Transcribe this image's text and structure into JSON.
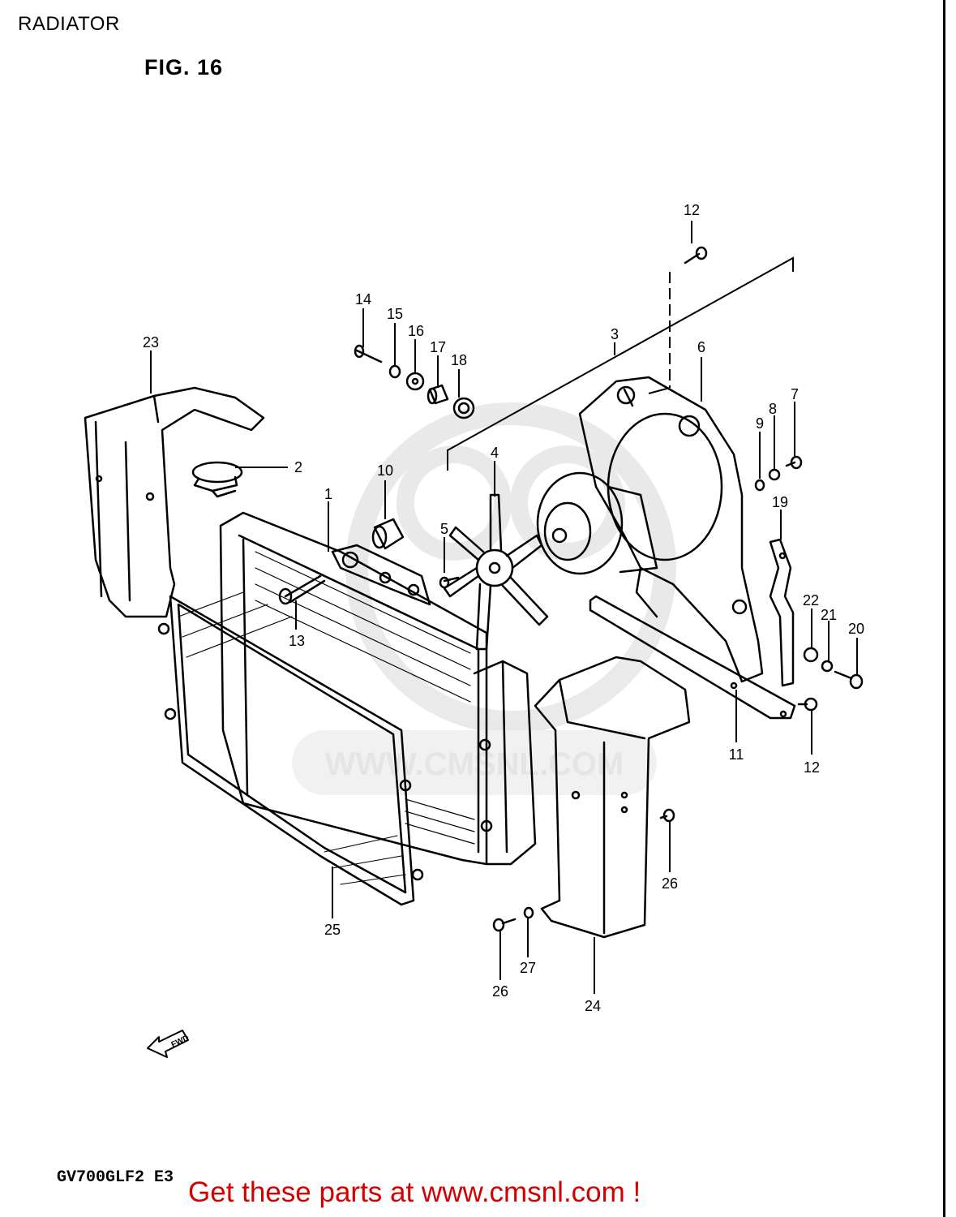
{
  "page": {
    "title": "RADIATOR",
    "figure": "FIG. 16",
    "model_code": "GV700GLF2 E3",
    "cta": "Get these parts at www.cmsnl.com !"
  },
  "watermark": "WWW.CMSNL.COM",
  "direction_label": "FWD",
  "callouts": {
    "c1": "1",
    "c2": "2",
    "c3": "3",
    "c4": "4",
    "c5": "5",
    "c6": "6",
    "c7": "7",
    "c8": "8",
    "c9": "9",
    "c10": "10",
    "c11": "11",
    "c12a": "12",
    "c12b": "12",
    "c13": "13",
    "c14": "14",
    "c15": "15",
    "c16": "16",
    "c17": "17",
    "c18": "18",
    "c19": "19",
    "c20": "20",
    "c21": "21",
    "c22": "22",
    "c23": "23",
    "c24": "24",
    "c25": "25",
    "c26a": "26",
    "c26b": "26",
    "c27": "27"
  }
}
